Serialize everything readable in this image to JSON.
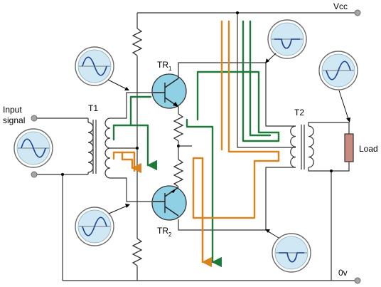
{
  "labels": {
    "vcc": "Vcc",
    "zero_v": "0v",
    "input_line1": "Input",
    "input_line2": "signal",
    "t1": "T1",
    "t2": "T2",
    "tr1": "TR",
    "tr1_sub": "1",
    "tr2": "TR",
    "tr2_sub": "2",
    "load": "Load"
  },
  "colors": {
    "flow_green": "#1f7a3a",
    "flow_orange": "#d9831f",
    "transistor": "#8fd0e4",
    "scope_screen": "#cfe8f3",
    "load_resistor": "#c98a7f"
  },
  "scopes": [
    {
      "name": "scope-input",
      "waveform": "full-sine"
    },
    {
      "name": "scope-tr1-input",
      "waveform": "full-sine"
    },
    {
      "name": "scope-tr2-input",
      "waveform": "full-sine"
    },
    {
      "name": "scope-tr1-output",
      "waveform": "negative-half"
    },
    {
      "name": "scope-tr2-output",
      "waveform": "negative-half"
    },
    {
      "name": "scope-load",
      "waveform": "full-sine"
    }
  ]
}
